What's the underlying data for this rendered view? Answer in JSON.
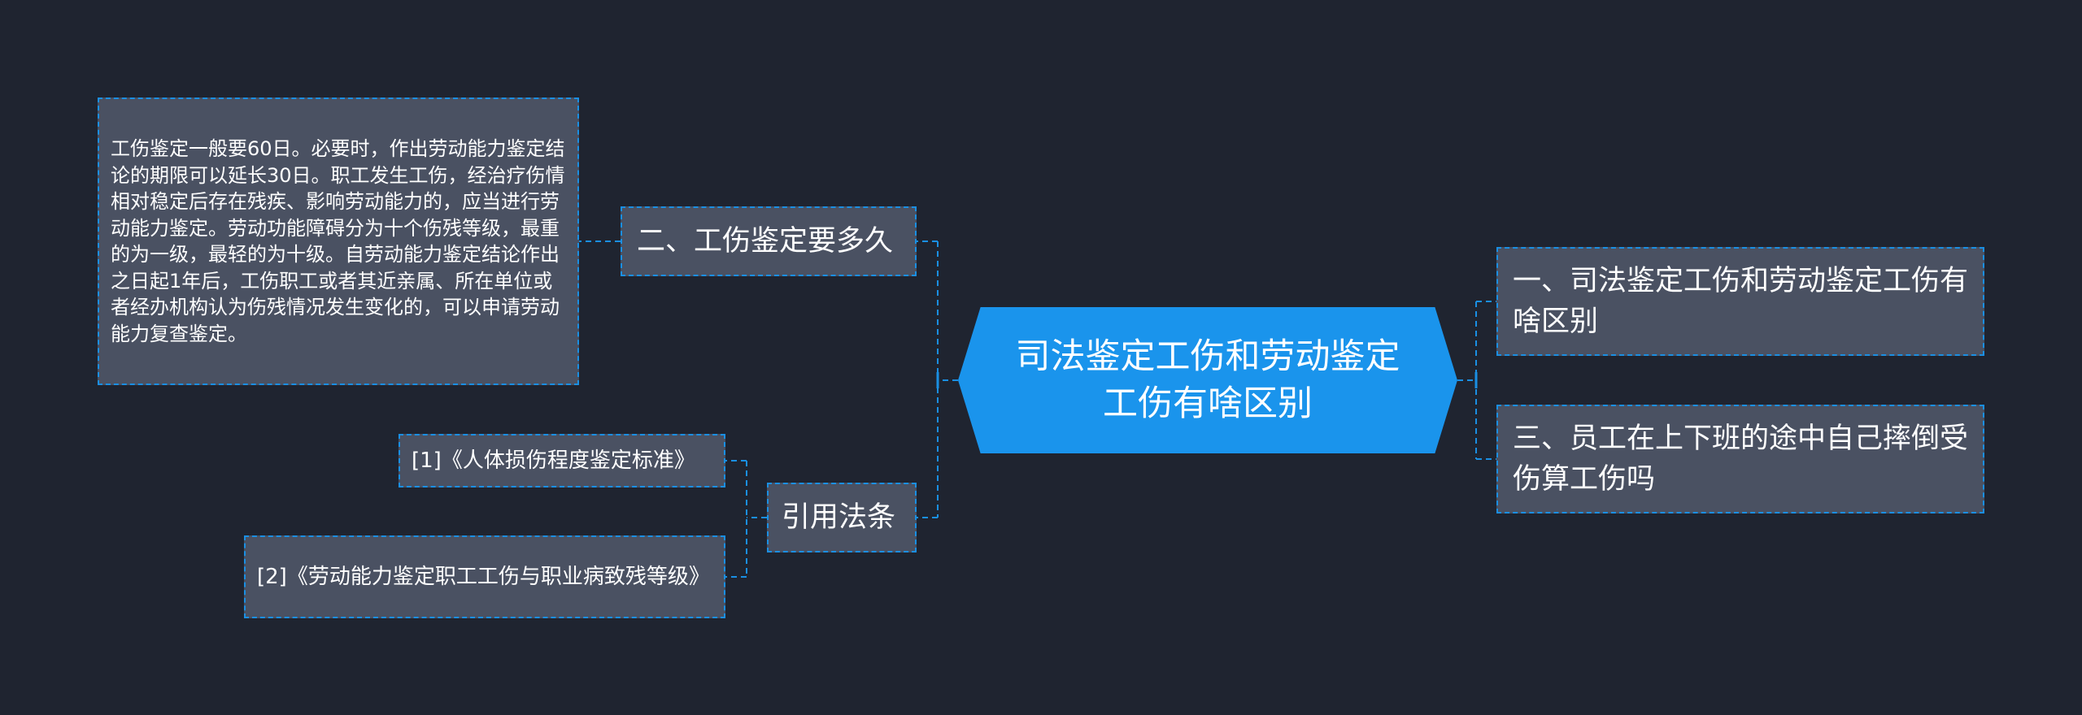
{
  "mindmap": {
    "root": {
      "label": "司法鉴定工伤和劳动鉴定工伤有啥区别"
    },
    "left_branches": [
      {
        "label": "二、工伤鉴定要多久",
        "children": [
          {
            "label": "工伤鉴定一般要60日。必要时，作出劳动能力鉴定结论的期限可以延长30日。职工发生工伤，经治疗伤情相对稳定后存在残疾、影响劳动能力的，应当进行劳动能力鉴定。劳动功能障碍分为十个伤残等级，最重的为一级，最轻的为十级。自劳动能力鉴定结论作出之日起1年后，工伤职工或者其近亲属、所在单位或者经办机构认为伤残情况发生变化的，可以申请劳动能力复查鉴定。"
          }
        ]
      },
      {
        "label": "引用法条",
        "children": [
          {
            "label": "[1]《人体损伤程度鉴定标准》"
          },
          {
            "label": "[2]《劳动能力鉴定职工工伤与职业病致残等级》"
          }
        ]
      }
    ],
    "right_branches": [
      {
        "label": "一、司法鉴定工伤和劳动鉴定工伤有啥区别"
      },
      {
        "label": "三、员工在上下班的途中自己摔倒受伤算工伤吗"
      }
    ]
  },
  "colors": {
    "background": "#1f2430",
    "root_fill": "#1a94ec",
    "node_fill": "#4a5162",
    "connector": "#1a8fe3",
    "text": "#ffffff"
  }
}
